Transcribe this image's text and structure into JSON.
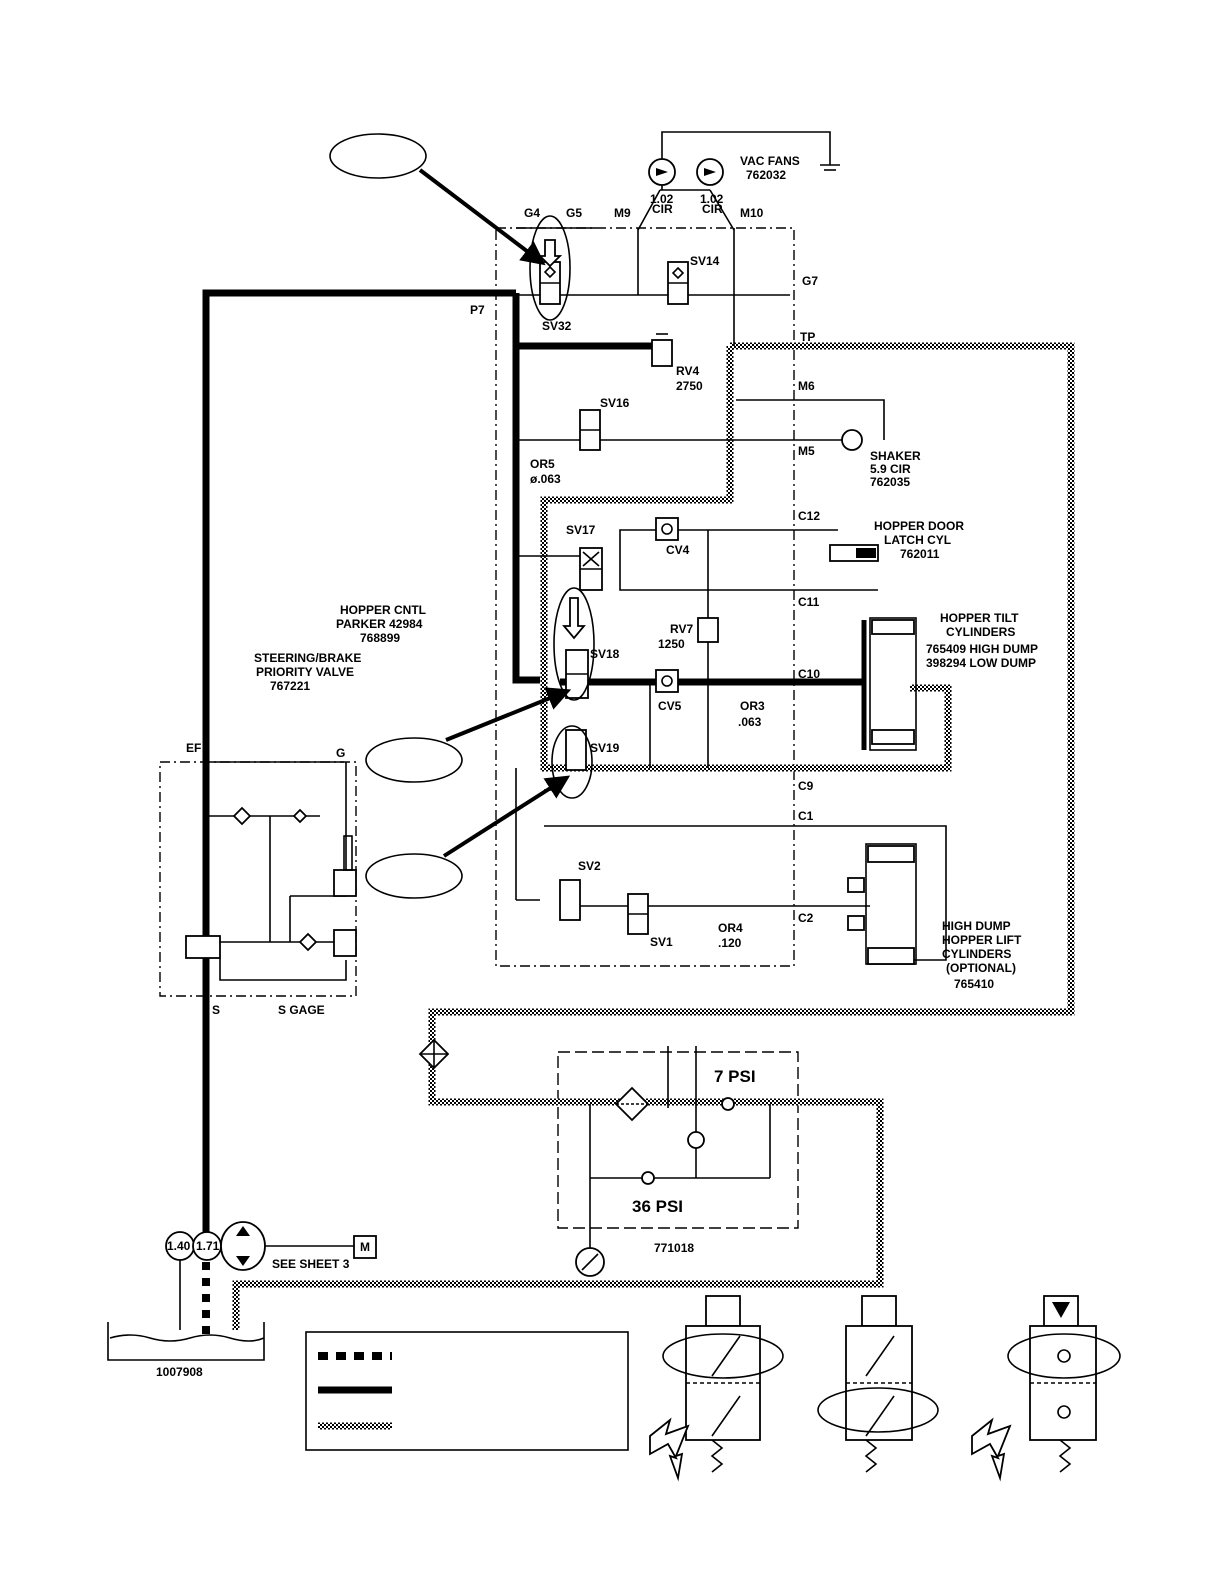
{
  "diagram": {
    "labels": {
      "vac_fans": "VAC FANS",
      "vac_fans_pn": "762032",
      "vac_fan1_disp": "1.02",
      "vac_fan1_unit": "CIR",
      "vac_fan2_disp": "1.02",
      "vac_fan2_unit": "CIR",
      "g4": "G4",
      "g5": "G5",
      "m9": "M9",
      "m10": "M10",
      "g7": "G7",
      "sv14": "SV14",
      "sv32": "SV32",
      "p7": "P7",
      "tp": "TP",
      "rv4": "RV4",
      "rv4_val": "2750",
      "m6": "M6",
      "m5": "M5",
      "sv16": "SV16",
      "shaker": "SHAKER",
      "shaker_disp": "5.9 CIR",
      "shaker_pn": "762035",
      "or5": "OR5",
      "or5_val": "ø.063",
      "c12": "C12",
      "sv17": "SV17",
      "cv4": "CV4",
      "hopper_door": "HOPPER DOOR",
      "latch_cyl": "LATCH CYL",
      "latch_pn": "762011",
      "c11": "C11",
      "hopper_cntl": "HOPPER CNTL",
      "parker": "PARKER 42984",
      "parker_pn": "768899",
      "rv7": "RV7",
      "rv7_val": "1250",
      "sv18": "SV18",
      "hopper_tilt": "HOPPER TILT",
      "cylinders": "CYLINDERS",
      "high_dump_pn": "765409 HIGH DUMP",
      "low_dump_pn": "398294 LOW DUMP",
      "c10": "C10",
      "cv5": "CV5",
      "or3": "OR3",
      "or3_val": ".063",
      "steering": "STEERING/BRAKE",
      "priority": "PRIORITY VALVE",
      "priority_pn": "767221",
      "ef": "EF",
      "g": "G",
      "sv19": "SV19",
      "c9": "C9",
      "c1": "C1",
      "sv2": "SV2",
      "c2": "C2",
      "or4": "OR4",
      "or4_val": ".120",
      "sv1": "SV1",
      "hd1": "HIGH DUMP",
      "hd2": "HOPPER LIFT",
      "hd3": "CYLINDERS",
      "hd4": "(OPTIONAL)",
      "hd_pn": "765410",
      "s": "S",
      "s_gage": "S GAGE",
      "psi7": "7 PSI",
      "psi36": "36 PSI",
      "filter_pn": "771018",
      "pump1": "1.40",
      "pump2": "1.71",
      "see_sheet": "SEE SHEET 3",
      "motor": "M",
      "tank_pn": "1007908"
    }
  },
  "colors": {
    "line": "#000000",
    "background": "#ffffff"
  },
  "icons": [
    "solenoid-valve-icon",
    "check-valve-icon",
    "relief-valve-icon",
    "motor-icon",
    "pump-icon",
    "filter-icon",
    "gauge-icon",
    "lightning-icon"
  ]
}
